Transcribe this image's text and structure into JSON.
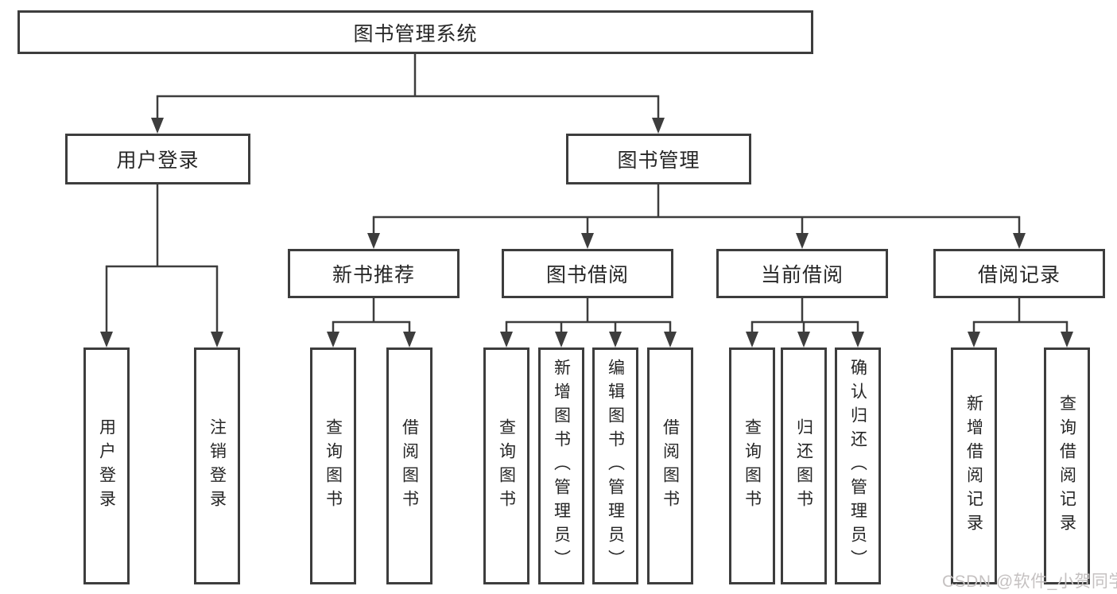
{
  "diagram": {
    "title": "图书管理系统",
    "root": {
      "label": "图书管理系统"
    },
    "level2": [
      {
        "label": "用户登录"
      },
      {
        "label": "图书管理"
      }
    ],
    "level3": [
      {
        "label": "新书推荐"
      },
      {
        "label": "图书借阅"
      },
      {
        "label": "当前借阅"
      },
      {
        "label": "借阅记录"
      }
    ],
    "leaves": [
      {
        "label": "用户登录"
      },
      {
        "label": "注销登录"
      },
      {
        "label": "查询图书"
      },
      {
        "label": "借阅图书"
      },
      {
        "label": "查询图书"
      },
      {
        "label": "新增图书（管理员）"
      },
      {
        "label": "编辑图书（管理员）"
      },
      {
        "label": "借阅图书"
      },
      {
        "label": "查询图书"
      },
      {
        "label": "归还图书"
      },
      {
        "label": "确认归还（管理员）"
      },
      {
        "label": "新增借阅记录"
      },
      {
        "label": "查询借阅记录"
      }
    ]
  },
  "watermark": {
    "text": "CSDN @软件_小贺同学"
  },
  "colors": {
    "line": "#3d3d3d",
    "text": "#262626",
    "background": "#ffffff",
    "watermark": "#c5c1c1"
  }
}
